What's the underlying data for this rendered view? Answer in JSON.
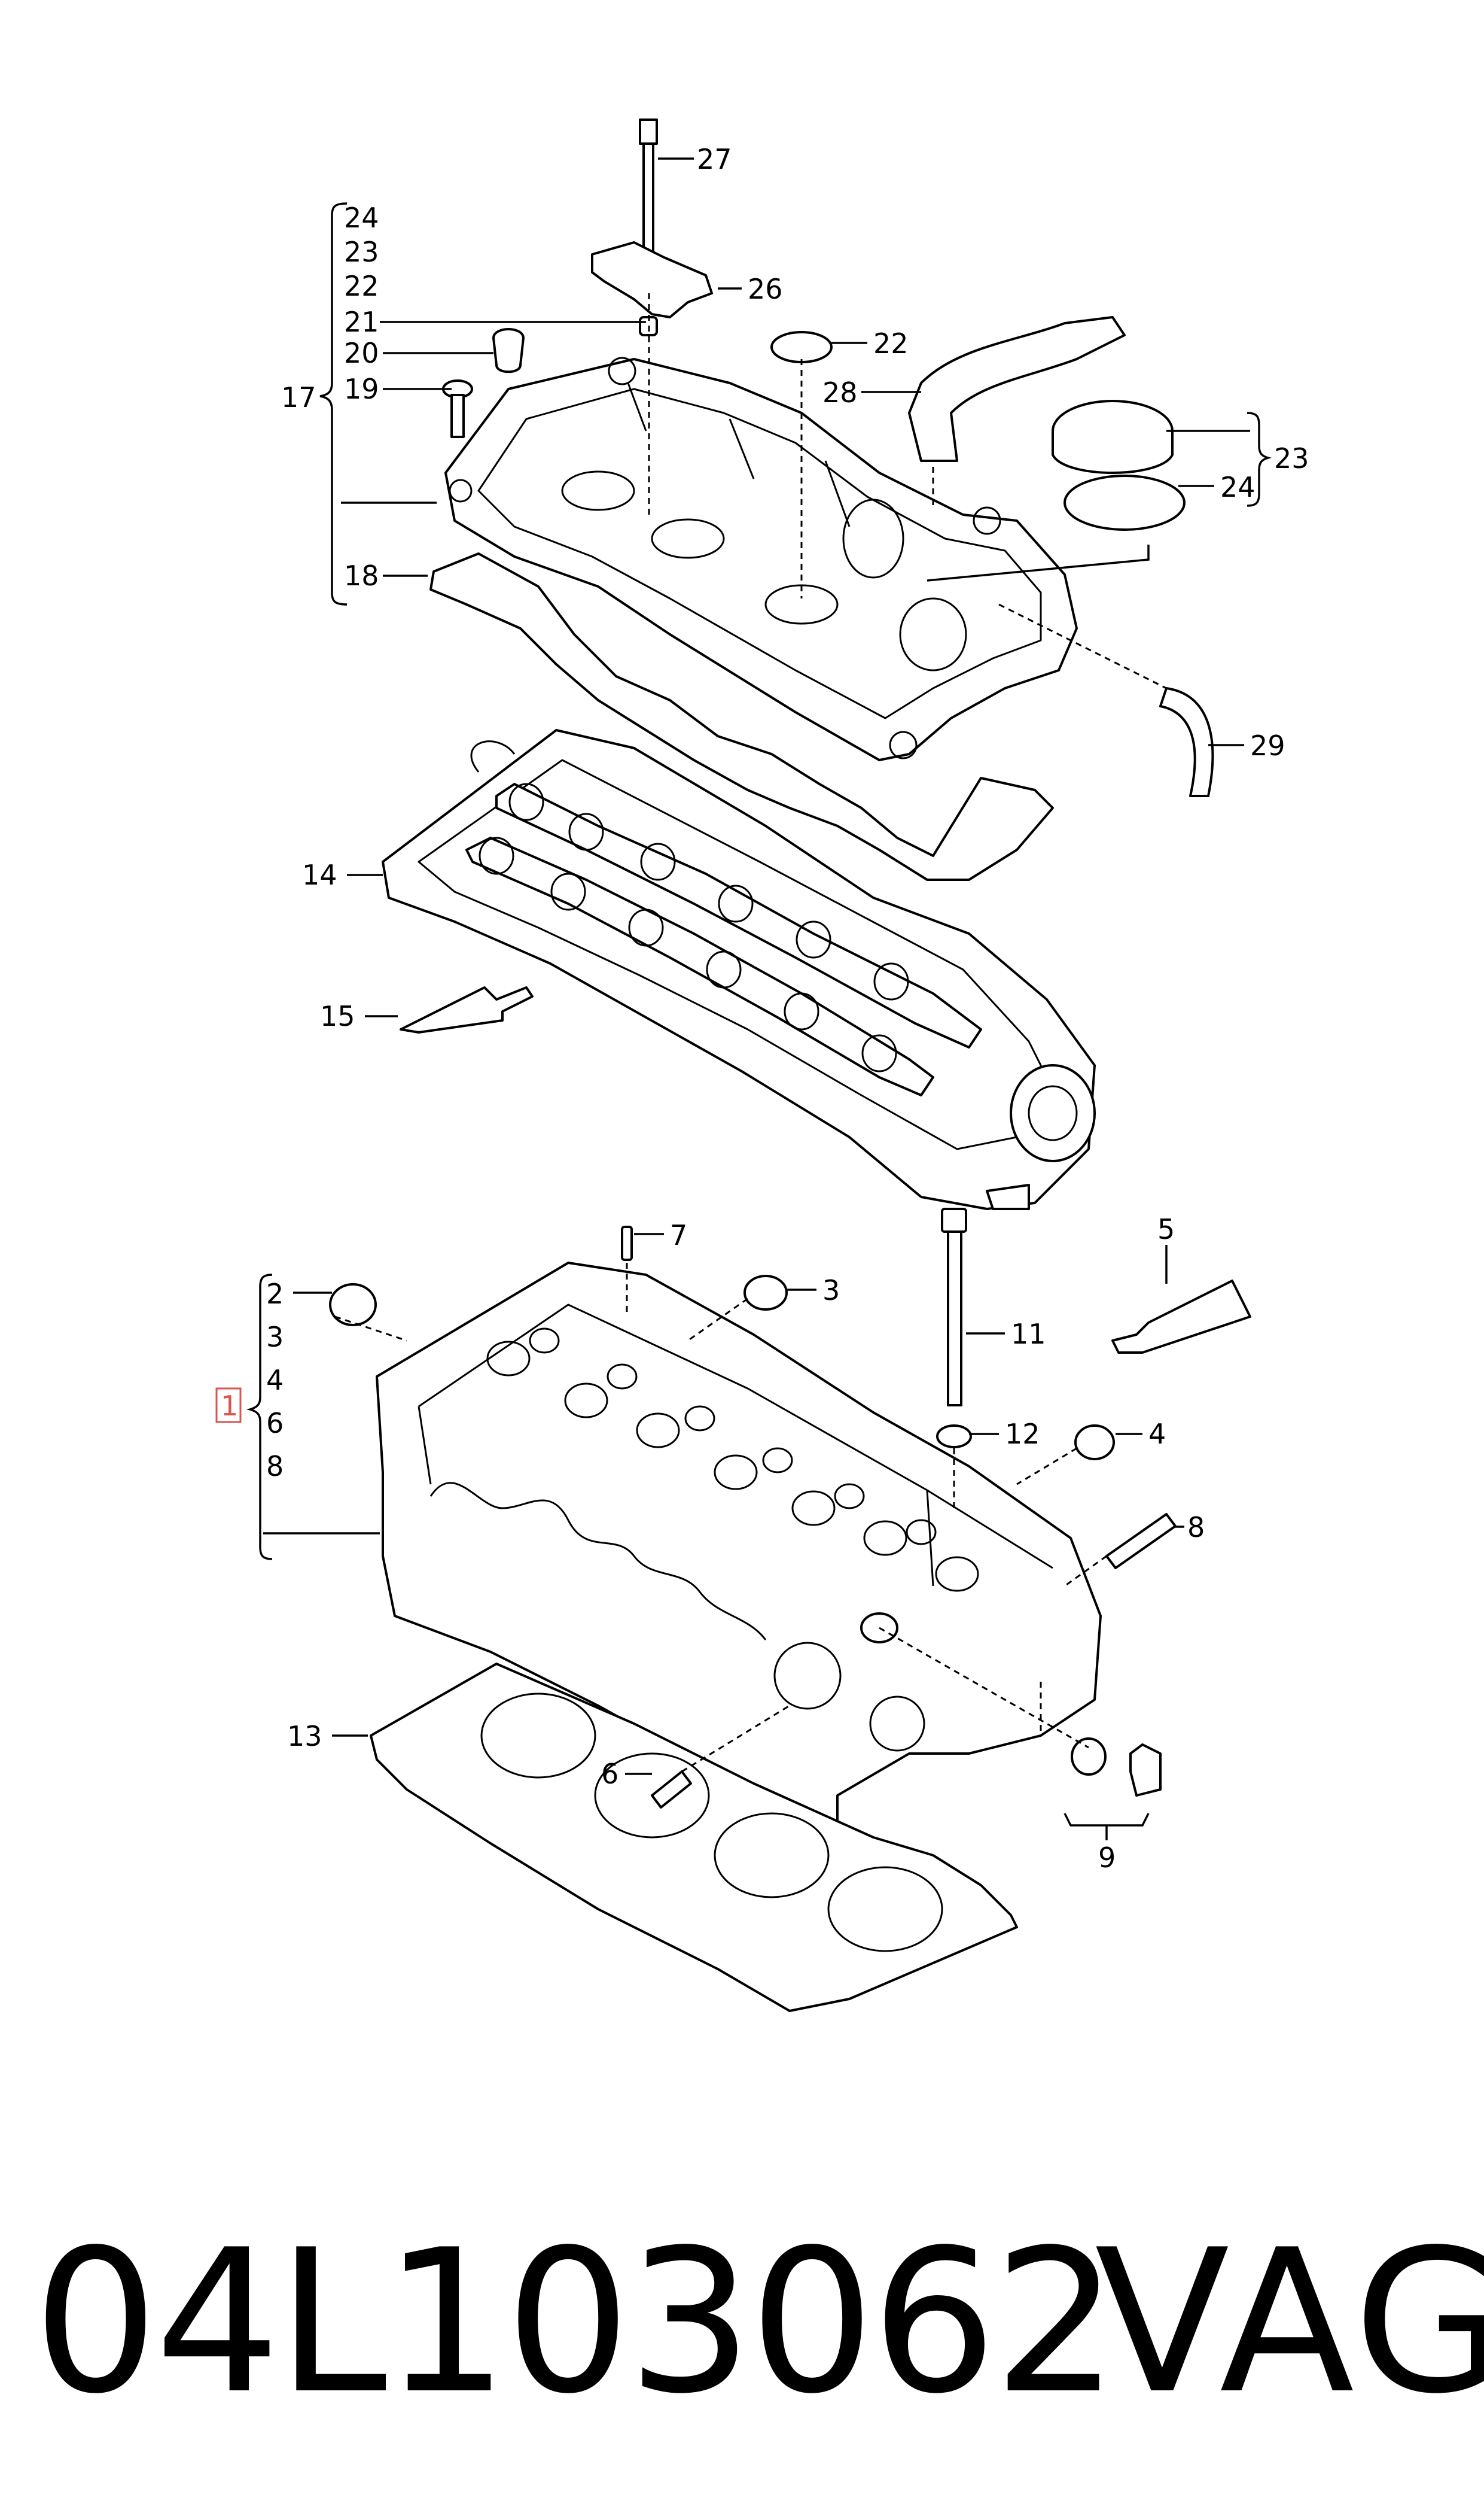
{
  "diagram": {
    "callouts": {
      "c1": "1",
      "c2": "2",
      "c3a": "3",
      "c3b": "3",
      "c4a": "4",
      "c4b": "4",
      "c5": "5",
      "c6a": "6",
      "c6b": "6",
      "c7": "7",
      "c8a": "8",
      "c8b": "8",
      "c9": "9",
      "c11": "11",
      "c12": "12",
      "c13": "13",
      "c14": "14",
      "c15": "15",
      "c17": "17",
      "c18": "18",
      "c19": "19",
      "c20": "20",
      "c21": "21",
      "c22a": "22",
      "c22b": "22",
      "c23a": "23",
      "c23b": "23",
      "c24a": "24",
      "c24b": "24",
      "c26": "26",
      "c27": "27",
      "c28": "28",
      "c29": "29"
    }
  },
  "footer": {
    "part_number": "04L103062",
    "brand": "VAG"
  }
}
